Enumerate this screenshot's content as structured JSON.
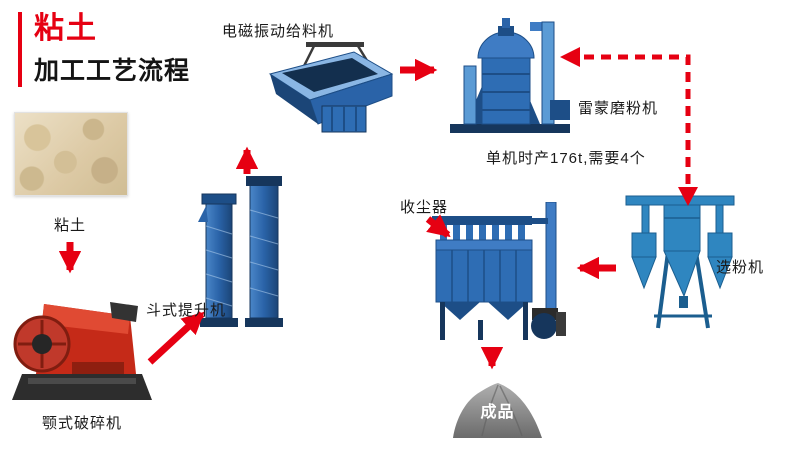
{
  "title": {
    "line1": "粘土",
    "line2": "加工工艺流程"
  },
  "clay": {
    "label": "粘土"
  },
  "jaw_crusher": {
    "label": "颚式破碎机"
  },
  "bucket_elevator": {
    "label": "斗式提升机"
  },
  "feeder": {
    "label": "电磁振动给料机"
  },
  "raymond_mill": {
    "label": "雷蒙磨粉机",
    "note": "单机时产176t,需要4个"
  },
  "dust_collector": {
    "label": "收尘器"
  },
  "classifier": {
    "label": "选粉机"
  },
  "product": {
    "label": "成品"
  },
  "colors": {
    "arrow_red": "#e60012",
    "title_red": "#e60012",
    "machine_blue": "#2e6db4",
    "machine_blue_dark": "#1d4e87",
    "classifier_blue": "#2f86c0",
    "crusher_red": "#c52a18",
    "pile_gray": "#8a8a8a"
  }
}
